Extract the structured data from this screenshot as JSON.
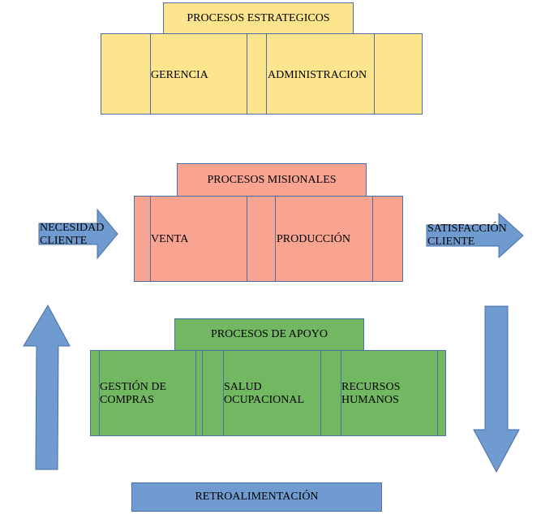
{
  "strategic": {
    "title": "PROCESOS ESTRATEGICOS",
    "items": [
      "GERENCIA",
      "ADMINISTRACION"
    ]
  },
  "missional": {
    "title": "PROCESOS MISIONALES",
    "items": [
      "VENTA",
      "PRODUCCIÓN"
    ]
  },
  "support": {
    "title": "PROCESOS DE APOYO",
    "items": [
      {
        "line1": "GESTIÓN DE",
        "line2": "COMPRAS"
      },
      {
        "line1": "SALUD",
        "line2": "OCUPACIONAL"
      },
      {
        "line1": "RECURSOS",
        "line2": "HUMANOS"
      }
    ]
  },
  "input_arrow": {
    "line1": "NECESIDAD",
    "line2": "CLIENTE"
  },
  "output_arrow": {
    "line1": "SATISFACCIÓN",
    "line2": "CLIENTE"
  },
  "feedback": {
    "label": "RETROALIMENTACIÓN"
  },
  "colors": {
    "strategic": "#fde58e",
    "missional": "#f9a391",
    "support": "#72b862",
    "arrows": "#6f9bd0",
    "border": "#4a6fa5"
  }
}
